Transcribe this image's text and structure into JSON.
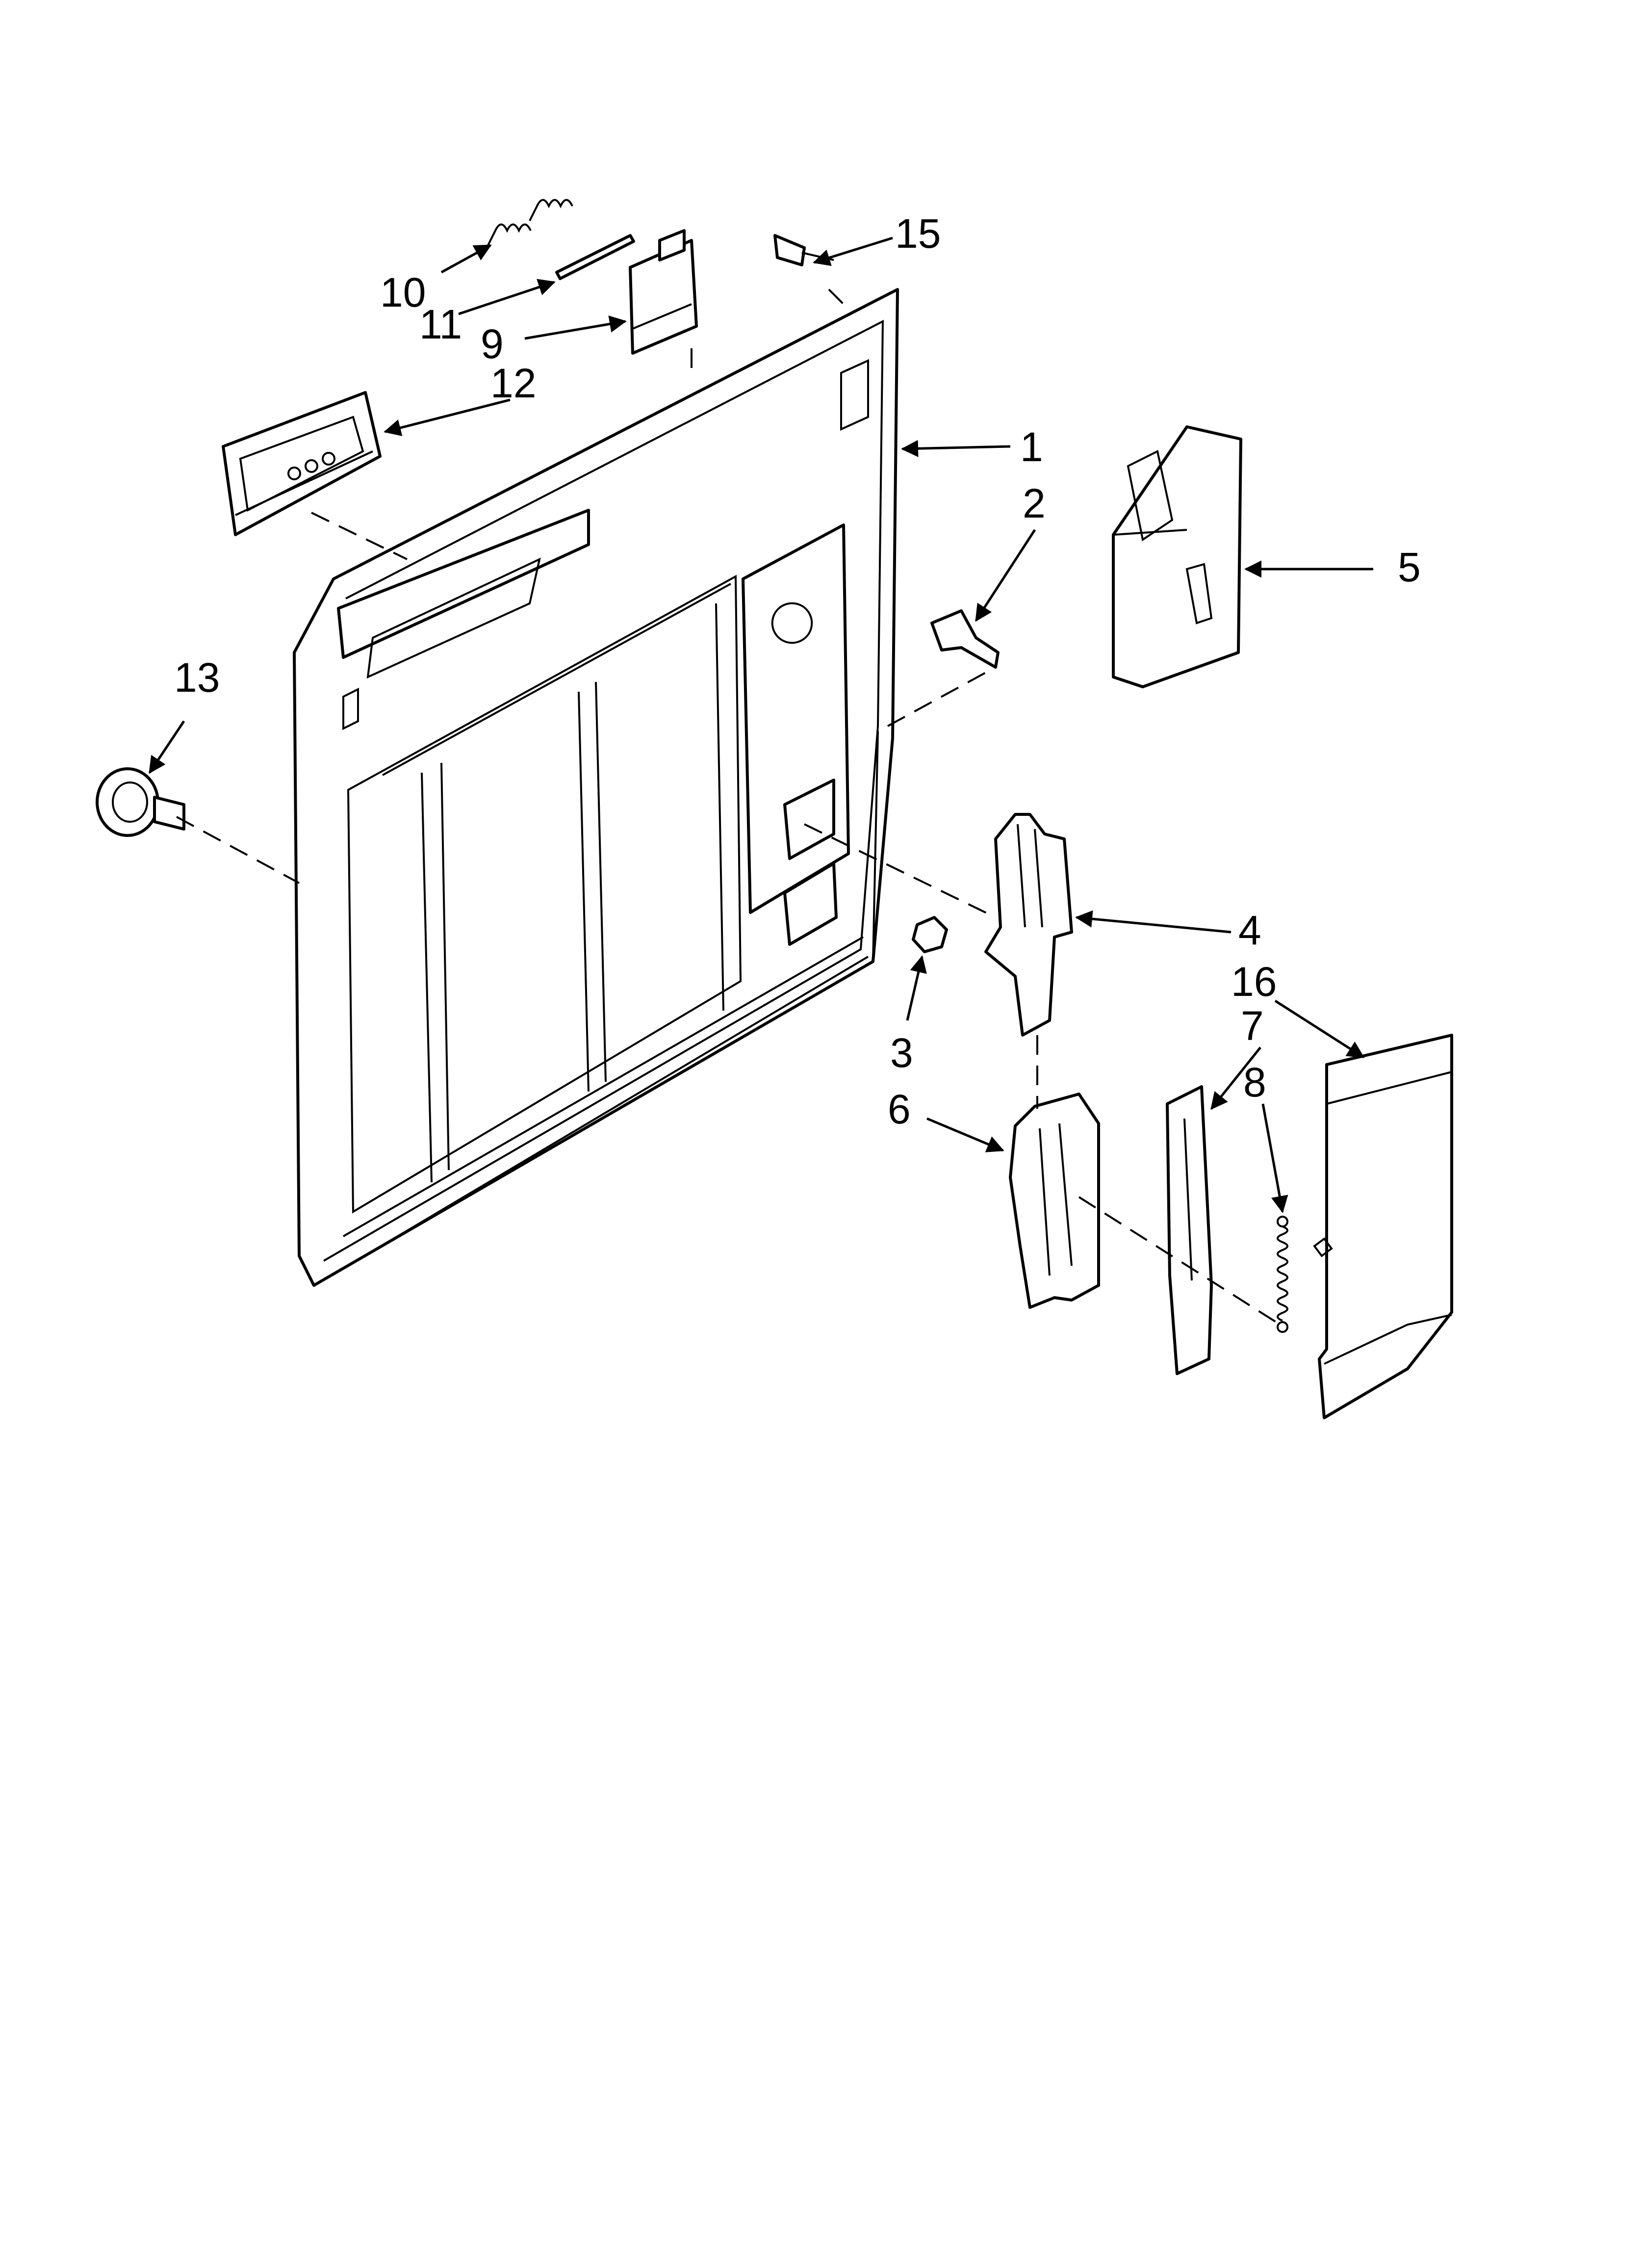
{
  "diagram": {
    "callouts": [
      {
        "id": "1",
        "label": "1"
      },
      {
        "id": "2",
        "label": "2"
      },
      {
        "id": "3",
        "label": "3"
      },
      {
        "id": "4",
        "label": "4"
      },
      {
        "id": "5",
        "label": "5"
      },
      {
        "id": "6",
        "label": "6"
      },
      {
        "id": "7",
        "label": "7"
      },
      {
        "id": "8",
        "label": "8"
      },
      {
        "id": "9",
        "label": "9"
      },
      {
        "id": "10",
        "label": "10"
      },
      {
        "id": "11",
        "label": "11"
      },
      {
        "id": "12",
        "label": "12"
      },
      {
        "id": "13",
        "label": "13"
      },
      {
        "id": "15",
        "label": "15"
      },
      {
        "id": "16",
        "label": "16"
      }
    ]
  }
}
